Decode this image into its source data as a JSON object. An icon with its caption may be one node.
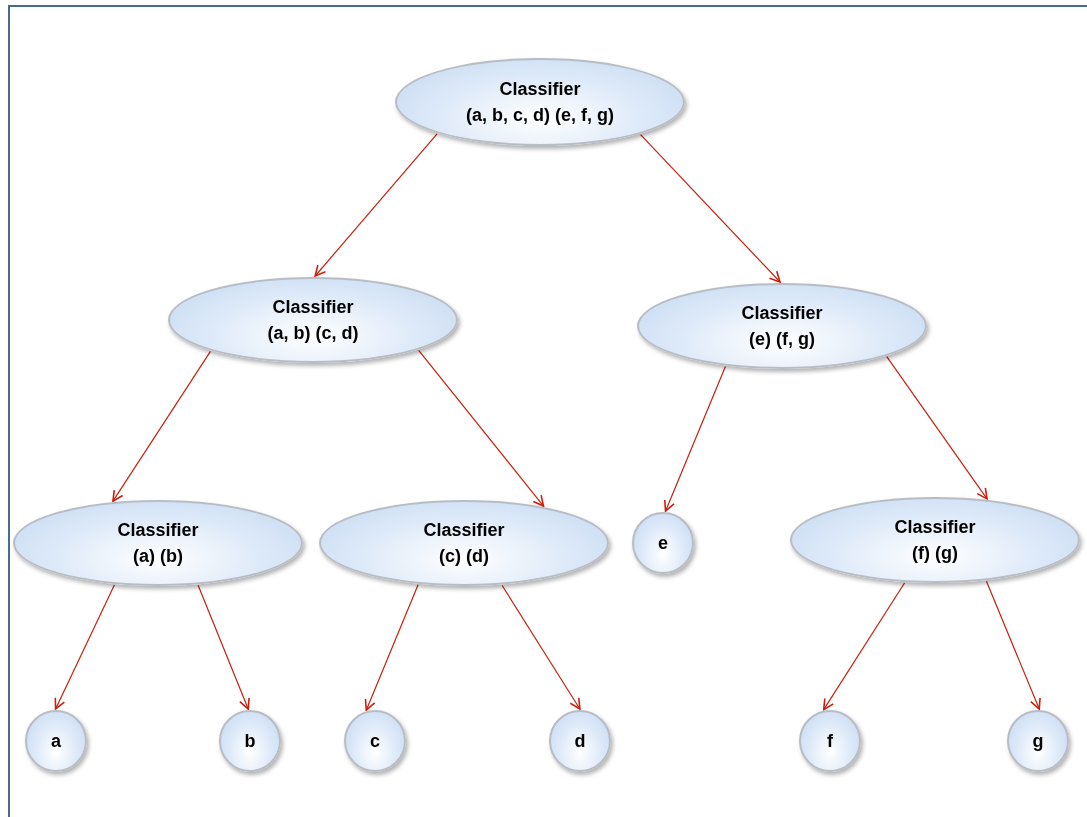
{
  "diagram": {
    "nodes": [
      {
        "text": [
          "Classifier",
          "(a, b, c, d) (e, f, g)"
        ]
      },
      {
        "text": [
          "Classifier",
          "(a, b) (c, d)"
        ]
      },
      {
        "text": [
          "Classifier",
          "(e) (f, g)"
        ]
      },
      {
        "text": [
          "Classifier",
          "(a) (b)"
        ]
      },
      {
        "text": [
          "Classifier",
          "(c) (d)"
        ]
      },
      {
        "text": [
          "e"
        ]
      },
      {
        "text": [
          "Classifier",
          "(f) (g)"
        ]
      },
      {
        "text": [
          "a"
        ]
      },
      {
        "text": [
          "b"
        ]
      },
      {
        "text": [
          "c"
        ]
      },
      {
        "text": [
          "d"
        ]
      },
      {
        "text": [
          "f"
        ]
      },
      {
        "text": [
          "g"
        ]
      }
    ],
    "edges": [
      {
        "from": 0,
        "to": 1,
        "arrow": "to"
      },
      {
        "from": 0,
        "to": 2,
        "arrow": "to"
      },
      {
        "from": 1,
        "to": 3,
        "arrow": "to"
      },
      {
        "from": 1,
        "to": 4,
        "arrow": "to"
      },
      {
        "from": 2,
        "to": 5,
        "arrow": "to"
      },
      {
        "from": 2,
        "to": 6,
        "arrow": "to"
      },
      {
        "from": 3,
        "to": 7,
        "arrow": "to"
      },
      {
        "from": 3,
        "to": 8,
        "arrow": "to"
      },
      {
        "from": 4,
        "to": 9,
        "arrow": "to"
      },
      {
        "from": 4,
        "to": 10,
        "arrow": "to"
      },
      {
        "from": 6,
        "to": 11,
        "arrow": "to"
      },
      {
        "from": 6,
        "to": 12,
        "arrow": "to"
      }
    ]
  }
}
